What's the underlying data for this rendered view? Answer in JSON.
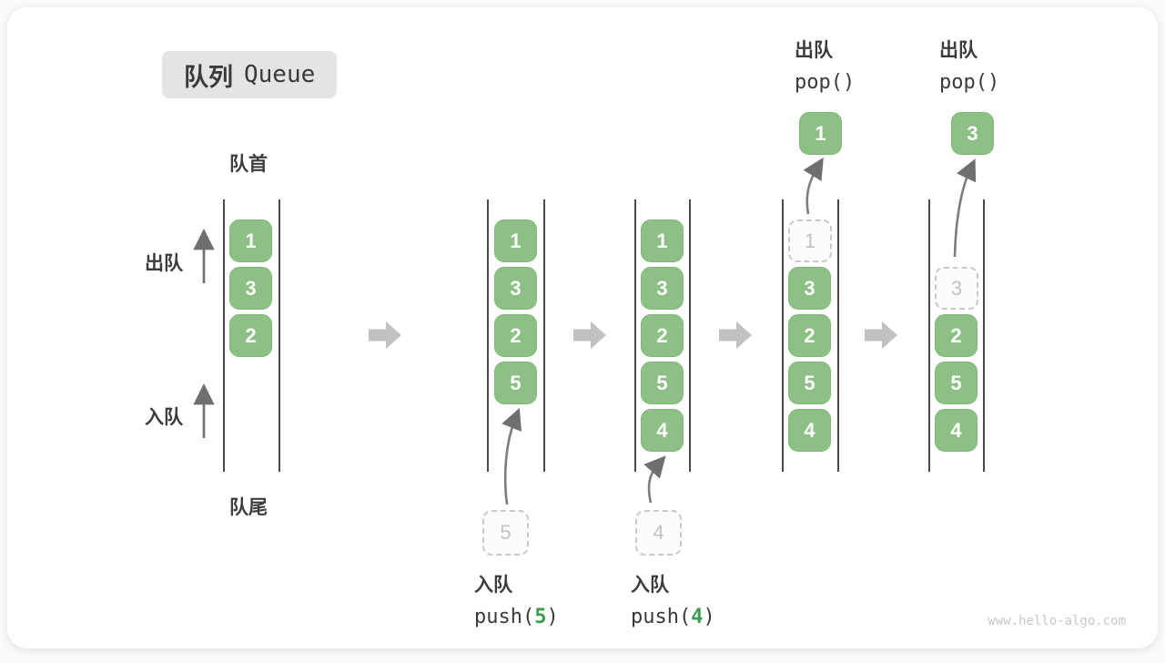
{
  "title": {
    "cn": "队列",
    "en": "Queue"
  },
  "side_labels": {
    "front": "队首",
    "rear": "队尾",
    "dequeue": "出队",
    "enqueue": "入队"
  },
  "columns": {
    "c1": {
      "slots": [
        "1",
        "3",
        "2"
      ]
    },
    "c2": {
      "slots": [
        "1",
        "3",
        "2",
        "5"
      ],
      "ghost": "5",
      "op_label": "入队",
      "code_pre": "push(",
      "code_arg": "5",
      "code_post": ")"
    },
    "c3": {
      "slots": [
        "1",
        "3",
        "2",
        "5",
        "4"
      ],
      "ghost": "4",
      "op_label": "入队",
      "code_pre": "push(",
      "code_arg": "4",
      "code_post": ")"
    },
    "c4": {
      "ghost": "1",
      "slots": [
        "3",
        "2",
        "5",
        "4"
      ],
      "popped": "1",
      "op_label": "出队",
      "code": "pop()"
    },
    "c5": {
      "ghost": "3",
      "slots": [
        "2",
        "5",
        "4"
      ],
      "popped": "3",
      "op_label": "出队",
      "code": "pop()"
    }
  },
  "watermark": "www.hello-algo.com",
  "colors": {
    "box_green": "#8cc085",
    "code_green": "#3d9c52",
    "text_dark": "#3c3c3c",
    "ghost_grey": "#c9c9c9",
    "arrow_grey": "#c1c1c1"
  }
}
